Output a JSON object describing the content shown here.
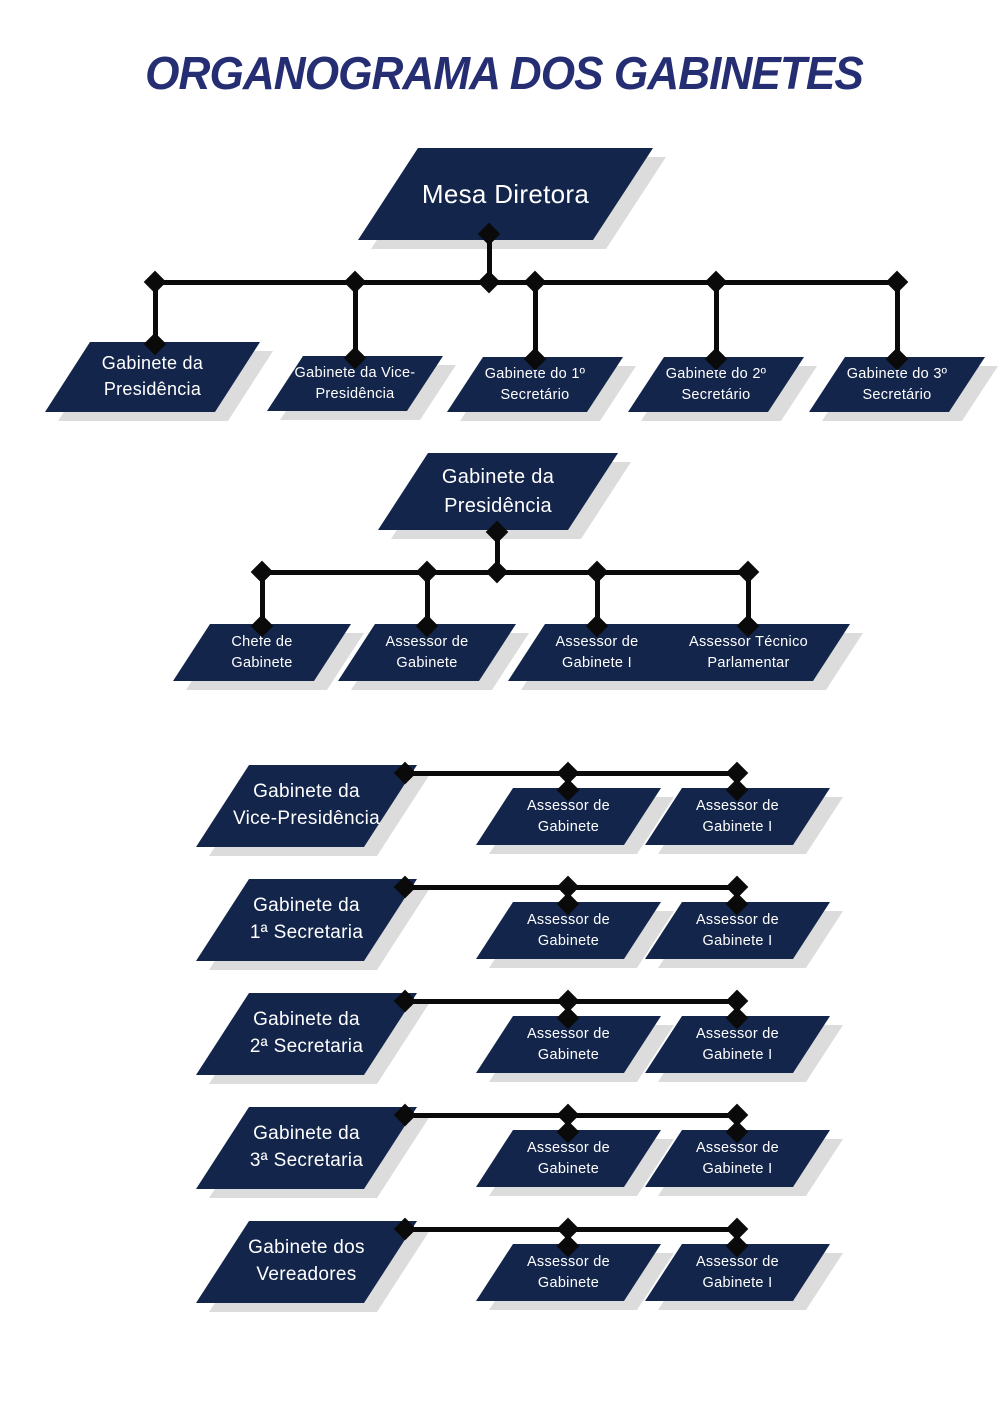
{
  "title": "ORGANOGRAMA DOS GABINETES",
  "colors": {
    "node_fill": "#13254b",
    "node_text": "#ffffff",
    "shadow": "#dcdcdc",
    "connector": "#0a0a0a",
    "title_text": "#252e72",
    "background": "#ffffff"
  },
  "org": {
    "root": {
      "label": "Mesa Diretora",
      "lines": [
        "Mesa Diretora"
      ]
    },
    "level1": [
      {
        "label": "Gabinete da Presidência",
        "lines": [
          "Gabinete da",
          "Presidência"
        ]
      },
      {
        "label": "Gabinete da Vice-Presidência",
        "lines": [
          "Gabinete da Vice-",
          "Presidência"
        ]
      },
      {
        "label": "Gabinete do 1º Secretário",
        "lines": [
          "Gabinete do 1º",
          "Secretário"
        ]
      },
      {
        "label": "Gabinete do 2º Secretário",
        "lines": [
          "Gabinete do 2º",
          "Secretário"
        ]
      },
      {
        "label": "Gabinete do 3º Secretário",
        "lines": [
          "Gabinete do 3º",
          "Secretário"
        ]
      }
    ],
    "sections": [
      {
        "parent": {
          "label": "Gabinete da Presidência",
          "lines": [
            "Gabinete da",
            "Presidência"
          ]
        },
        "children": [
          {
            "label": "Chefe de Gabinete",
            "lines": [
              "Chefe de",
              "Gabinete"
            ]
          },
          {
            "label": "Assessor de Gabinete",
            "lines": [
              "Assessor de",
              "Gabinete"
            ]
          },
          {
            "label": "Assessor de Gabinete I",
            "lines": [
              "Assessor de",
              "Gabinete I"
            ]
          },
          {
            "label": "Assessor Técnico Parlamentar",
            "lines": [
              "Assessor Técnico",
              "Parlamentar"
            ]
          }
        ]
      },
      {
        "parent": {
          "label": "Gabinete da Vice-Presidência",
          "lines": [
            "Gabinete da",
            "Vice-Presidência"
          ]
        },
        "children": [
          {
            "label": "Assessor de Gabinete",
            "lines": [
              "Assessor de",
              "Gabinete"
            ]
          },
          {
            "label": "Assessor de Gabinete I",
            "lines": [
              "Assessor de",
              "Gabinete I"
            ]
          }
        ]
      },
      {
        "parent": {
          "label": "Gabinete da 1ª Secretaria",
          "lines": [
            "Gabinete da",
            "1ª Secretaria"
          ]
        },
        "children": [
          {
            "label": "Assessor de Gabinete",
            "lines": [
              "Assessor de",
              "Gabinete"
            ]
          },
          {
            "label": "Assessor de Gabinete I",
            "lines": [
              "Assessor de",
              "Gabinete I"
            ]
          }
        ]
      },
      {
        "parent": {
          "label": "Gabinete da 2ª Secretaria",
          "lines": [
            "Gabinete da",
            "2ª Secretaria"
          ]
        },
        "children": [
          {
            "label": "Assessor de Gabinete",
            "lines": [
              "Assessor de",
              "Gabinete"
            ]
          },
          {
            "label": "Assessor de Gabinete I",
            "lines": [
              "Assessor de",
              "Gabinete I"
            ]
          }
        ]
      },
      {
        "parent": {
          "label": "Gabinete da 3ª Secretaria",
          "lines": [
            "Gabinete da",
            "3ª Secretaria"
          ]
        },
        "children": [
          {
            "label": "Assessor de Gabinete",
            "lines": [
              "Assessor de",
              "Gabinete"
            ]
          },
          {
            "label": "Assessor de Gabinete I",
            "lines": [
              "Assessor de",
              "Gabinete I"
            ]
          }
        ]
      },
      {
        "parent": {
          "label": "Gabinete dos Vereadores",
          "lines": [
            "Gabinete dos",
            "Vereadores"
          ]
        },
        "children": [
          {
            "label": "Assessor de Gabinete",
            "lines": [
              "Assessor de",
              "Gabinete"
            ]
          },
          {
            "label": "Assessor de Gabinete I",
            "lines": [
              "Assessor de",
              "Gabinete I"
            ]
          }
        ]
      }
    ]
  }
}
